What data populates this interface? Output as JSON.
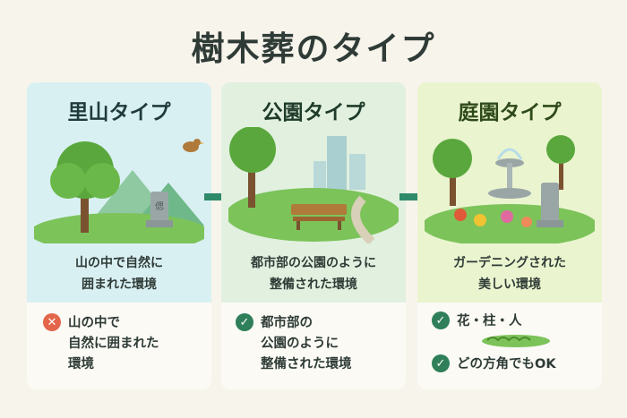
{
  "title": "樹木葬のタイプ",
  "colors": {
    "green_badge": "#2f7f5a",
    "red_badge": "#e3664a"
  },
  "cards": [
    {
      "name": "里山タイプ",
      "description_lines": [
        "山の中で自然に",
        "囲まれた環境"
      ],
      "items": [
        {
          "icon": "x-mark-icon",
          "text": "山の中で\n自然に囲まれた\n環境"
        }
      ]
    },
    {
      "name": "公園タイプ",
      "description_lines": [
        "都市部の公園のように",
        "整備された環境"
      ],
      "items": [
        {
          "icon": "check-mark-icon",
          "text": "都市部の\n公園のように\n整備された環境"
        }
      ]
    },
    {
      "name": "庭園タイプ",
      "description_lines": [
        "ガーデニングされた",
        "美しい環境"
      ],
      "items": [
        {
          "icon": "check-mark-icon",
          "text": "花・柱・人"
        },
        {
          "icon": "check-mark-icon",
          "text": "どの方角でもOK"
        }
      ]
    }
  ],
  "stone_inscription": "偲"
}
